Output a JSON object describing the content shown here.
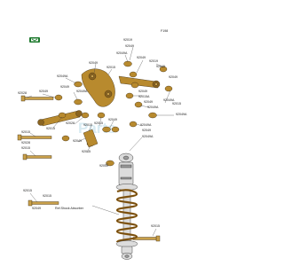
{
  "diagram_code": "F198",
  "callout_note": "Ref.Shock Absorber",
  "watermark_text": "Parts",
  "colors": {
    "part_gold": "#b88a2e",
    "shock_gray": "#dcdcdc",
    "logo_green": "#1e7a2e",
    "watermark": "#b9dbe8"
  },
  "labels": [
    {
      "id": "a",
      "text": "92019"
    },
    {
      "id": "b",
      "text": "92049"
    },
    {
      "id": "c",
      "text": "92049A"
    },
    {
      "id": "d",
      "text": "92049"
    },
    {
      "id": "e",
      "text": "92019"
    },
    {
      "id": "f",
      "text": "92049"
    },
    {
      "id": "g",
      "text": "92049"
    },
    {
      "id": "h",
      "text": "92015"
    },
    {
      "id": "i",
      "text": "92049A"
    },
    {
      "id": "j",
      "text": "92049"
    },
    {
      "id": "k",
      "text": "92049A"
    },
    {
      "id": "l",
      "text": "92028"
    },
    {
      "id": "m",
      "text": "92049"
    },
    {
      "id": "n",
      "text": "92049"
    },
    {
      "id": "o",
      "text": "92015A"
    },
    {
      "id": "p",
      "text": "92049"
    },
    {
      "id": "q",
      "text": "92049A"
    },
    {
      "id": "r",
      "text": "92049A"
    },
    {
      "id": "s",
      "text": "92015"
    },
    {
      "id": "t",
      "text": "92049"
    },
    {
      "id": "u",
      "text": "92049A"
    },
    {
      "id": "v",
      "text": "92028"
    },
    {
      "id": "w",
      "text": "92015"
    },
    {
      "id": "x",
      "text": "92015"
    },
    {
      "id": "y",
      "text": "92049"
    },
    {
      "id": "z",
      "text": "92015"
    },
    {
      "id": "aa",
      "text": "92015"
    },
    {
      "id": "ab",
      "text": "92015"
    },
    {
      "id": "ac",
      "text": "92028"
    },
    {
      "id": "ad",
      "text": "92049A"
    },
    {
      "id": "ae",
      "text": "92049"
    },
    {
      "id": "af",
      "text": "92049A"
    },
    {
      "id": "ag",
      "text": "92049"
    },
    {
      "id": "ah",
      "text": "92015"
    },
    {
      "id": "ai",
      "text": "92049"
    },
    {
      "id": "aj",
      "text": "92015"
    },
    {
      "id": "ak",
      "text": "92049"
    },
    {
      "id": "al",
      "text": "92015"
    },
    {
      "id": "am",
      "text": "92015"
    }
  ]
}
